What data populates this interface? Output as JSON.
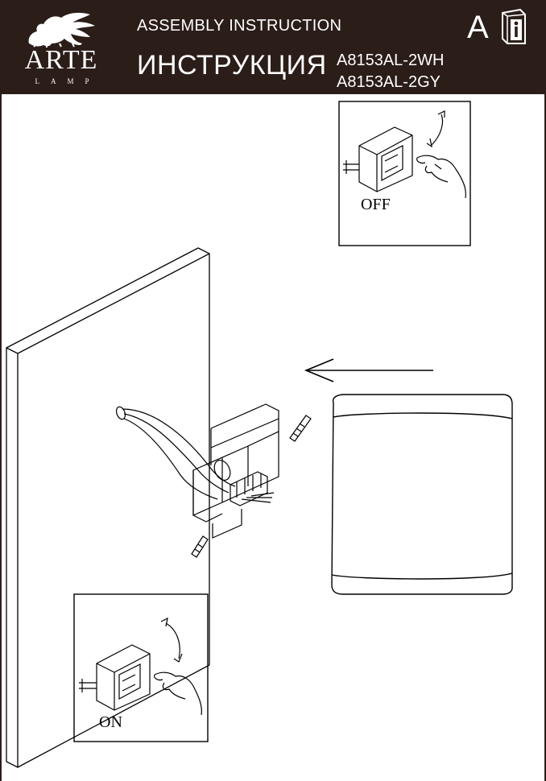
{
  "header": {
    "brand": "ARTE",
    "brand_sub": "LAMP",
    "title_en": "ASSEMBLY  INSTRUCTION",
    "title_ru": "ИНСТРУКЦИЯ",
    "models": [
      "A8153AL-2WH",
      "A8153AL-2GY"
    ],
    "lang_badge": "A",
    "logo_icon": "winged-lion-logo",
    "info_icon": "info-book-icon",
    "colors": {
      "header_bg": "#2b1d18",
      "header_text": "#ffffff"
    }
  },
  "diagram": {
    "switch_off_label": "OFF",
    "switch_on_label": "ON"
  }
}
